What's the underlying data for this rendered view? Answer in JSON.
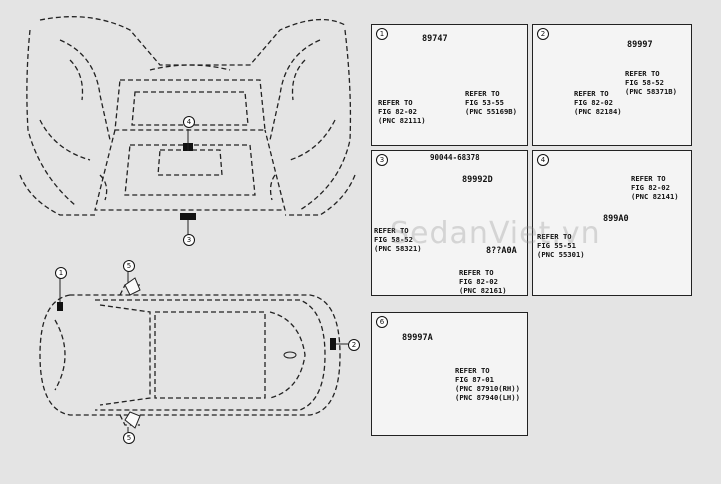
{
  "callouts": {
    "c1": "1",
    "c2": "2",
    "c3": "3",
    "c4": "4",
    "c5a": "5",
    "c5b": "5"
  },
  "panels": [
    {
      "number": "1",
      "part_numbers": [
        "89747"
      ],
      "refs": [
        "REFER TO\nFIG 82-02\n(PNC 82111)",
        "REFER TO\nFIG 53-55\n(PNC 55169B)"
      ]
    },
    {
      "number": "2",
      "part_numbers": [
        "89997"
      ],
      "refs": [
        "REFER TO\nFIG 58-52\n(PNC 58371B)",
        "REFER TO\nFIG 82-02\n(PNC 82184)"
      ]
    },
    {
      "number": "3",
      "part_numbers": [
        "90044-68378",
        "89992D",
        "8??A0A"
      ],
      "refs": [
        "REFER TO\nFIG 58-52\n(PNC 58321)",
        "REFER TO\nFIG 82-02\n(PNC 82161)"
      ]
    },
    {
      "number": "4",
      "part_numbers": [
        "899A0"
      ],
      "refs": [
        "REFER TO\nFIG 82-02\n(PNC 82141)",
        "REFER TO\nFIG 55-51\n(PNC 55301)"
      ]
    },
    {
      "number": "6",
      "part_numbers": [
        "89997A"
      ],
      "refs": [
        "REFER TO\nFIG 87-01\n(PNC 87910(RH))\n(PNC 87940(LH))"
      ]
    }
  ],
  "watermark": "SedanViet.vn"
}
